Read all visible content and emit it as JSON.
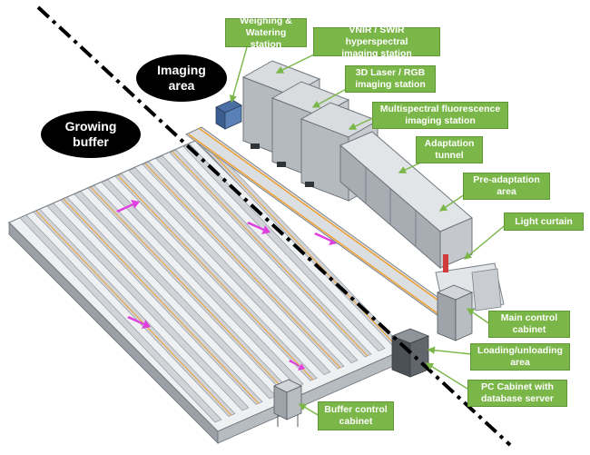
{
  "zones": {
    "imaging_area": "Imaging\narea",
    "growing_buffer": "Growing\nbuffer"
  },
  "callouts": {
    "weighing_watering": "Weighing &\nWatering station",
    "vnir_swir": "VNIR / SWIR hyperspectral\nimaging station",
    "laser_rgb": "3D Laser / RGB\nimaging station",
    "multispectral": "Multispectral fluorescence\nimaging station",
    "adaptation_tunnel": "Adaptation\ntunnel",
    "pre_adaptation": "Pre-adaptation\narea",
    "light_curtain": "Light curtain",
    "main_control": "Main control\ncabinet",
    "loading_unloading": "Loading/unloading\narea",
    "pc_cabinet": "PC Cabinet with\ndatabase server",
    "buffer_control": "Buffer control\ncabinet"
  },
  "colors": {
    "callout_green": "#7ab648",
    "conveyor_orange": "#f0a030",
    "arrow_magenta": "#e040e0",
    "frame_grey": "#9aa0a6",
    "station_grey": "#bfc3c7"
  }
}
